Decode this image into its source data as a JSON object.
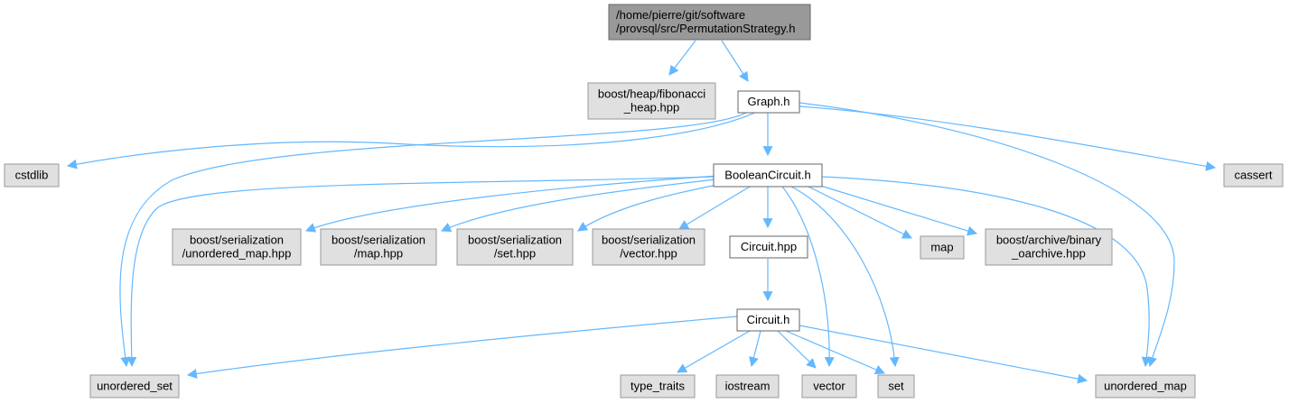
{
  "diagram": {
    "type": "include-dependency-graph",
    "colors": {
      "edge": "#63b8ff",
      "root_fill": "#999999",
      "root_stroke": "#666666",
      "local_fill": "#ffffff",
      "local_stroke": "#666666",
      "external_fill": "#e0e0e0",
      "external_stroke": "#999999"
    },
    "nodes": [
      {
        "id": "root",
        "kind": "root",
        "lines": [
          "/home/pierre/git/software",
          "/provsql/src/PermutationStrategy.h"
        ]
      },
      {
        "id": "fib",
        "kind": "external",
        "lines": [
          "boost/heap/fibonacci",
          "_heap.hpp"
        ]
      },
      {
        "id": "graph",
        "kind": "local",
        "lines": [
          "Graph.h"
        ]
      },
      {
        "id": "cstdlib",
        "kind": "external",
        "lines": [
          "cstdlib"
        ]
      },
      {
        "id": "bool",
        "kind": "local",
        "lines": [
          "BooleanCircuit.h"
        ]
      },
      {
        "id": "cassert",
        "kind": "external",
        "lines": [
          "cassert"
        ]
      },
      {
        "id": "ser_umap",
        "kind": "external",
        "lines": [
          "boost/serialization",
          "/unordered_map.hpp"
        ]
      },
      {
        "id": "ser_map",
        "kind": "external",
        "lines": [
          "boost/serialization",
          "/map.hpp"
        ]
      },
      {
        "id": "ser_set",
        "kind": "external",
        "lines": [
          "boost/serialization",
          "/set.hpp"
        ]
      },
      {
        "id": "ser_vec",
        "kind": "external",
        "lines": [
          "boost/serialization",
          "/vector.hpp"
        ]
      },
      {
        "id": "circhpp",
        "kind": "local",
        "lines": [
          "Circuit.hpp"
        ]
      },
      {
        "id": "map",
        "kind": "external",
        "lines": [
          "map"
        ]
      },
      {
        "id": "binarc",
        "kind": "external",
        "lines": [
          "boost/archive/binary",
          "_oarchive.hpp"
        ]
      },
      {
        "id": "circh",
        "kind": "local",
        "lines": [
          "Circuit.h"
        ]
      },
      {
        "id": "uset",
        "kind": "external",
        "lines": [
          "unordered_set"
        ]
      },
      {
        "id": "typetraits",
        "kind": "external",
        "lines": [
          "type_traits"
        ]
      },
      {
        "id": "iostream",
        "kind": "external",
        "lines": [
          "iostream"
        ]
      },
      {
        "id": "vector",
        "kind": "external",
        "lines": [
          "vector"
        ]
      },
      {
        "id": "set",
        "kind": "external",
        "lines": [
          "set"
        ]
      },
      {
        "id": "umap",
        "kind": "external",
        "lines": [
          "unordered_map"
        ]
      }
    ],
    "edges": [
      {
        "from": "root",
        "to": "fib"
      },
      {
        "from": "root",
        "to": "graph"
      },
      {
        "from": "graph",
        "to": "cstdlib"
      },
      {
        "from": "graph",
        "to": "bool"
      },
      {
        "from": "graph",
        "to": "cassert"
      },
      {
        "from": "graph",
        "to": "uset"
      },
      {
        "from": "graph",
        "to": "umap"
      },
      {
        "from": "bool",
        "to": "ser_umap"
      },
      {
        "from": "bool",
        "to": "ser_map"
      },
      {
        "from": "bool",
        "to": "ser_set"
      },
      {
        "from": "bool",
        "to": "ser_vec"
      },
      {
        "from": "bool",
        "to": "circhpp"
      },
      {
        "from": "bool",
        "to": "map"
      },
      {
        "from": "bool",
        "to": "binarc"
      },
      {
        "from": "bool",
        "to": "uset"
      },
      {
        "from": "bool",
        "to": "umap"
      },
      {
        "from": "bool",
        "to": "vector"
      },
      {
        "from": "bool",
        "to": "set"
      },
      {
        "from": "circhpp",
        "to": "circh"
      },
      {
        "from": "circh",
        "to": "uset"
      },
      {
        "from": "circh",
        "to": "typetraits"
      },
      {
        "from": "circh",
        "to": "iostream"
      },
      {
        "from": "circh",
        "to": "vector"
      },
      {
        "from": "circh",
        "to": "set"
      },
      {
        "from": "circh",
        "to": "umap"
      }
    ]
  }
}
